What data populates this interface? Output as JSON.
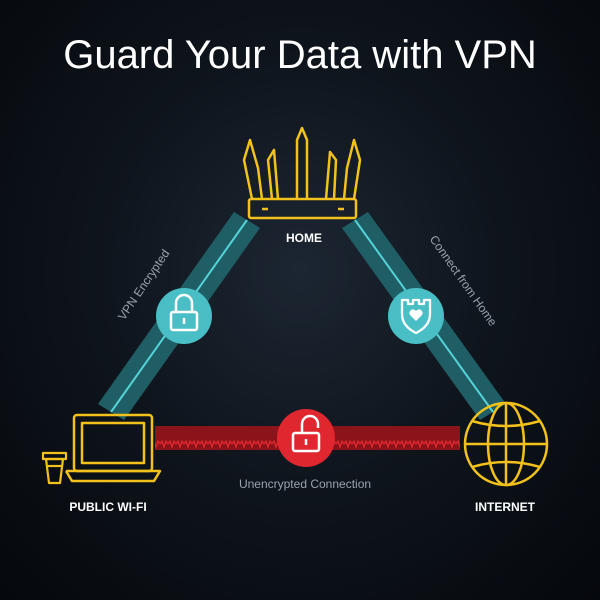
{
  "title": "Guard Your Data with VPN",
  "nodes": {
    "home": "HOME",
    "public_wifi": "PUBLIC WI-FI",
    "internet": "INTERNET"
  },
  "edges": {
    "vpn": "VPN Encrypted",
    "connect": "Connect from Home",
    "unencrypted": "Unencrypted Connection"
  },
  "icons": {
    "router": "router-icon",
    "laptop": "laptop-icon",
    "coffee": "coffee-cup-icon",
    "globe": "globe-icon",
    "lock_closed": "lock-closed-icon",
    "shield": "shield-heart-icon",
    "lock_open": "lock-open-icon"
  },
  "colors": {
    "accent_teal": "#4fc3c9",
    "danger_red": "#e0262f",
    "device_yellow": "#f2c21a"
  }
}
